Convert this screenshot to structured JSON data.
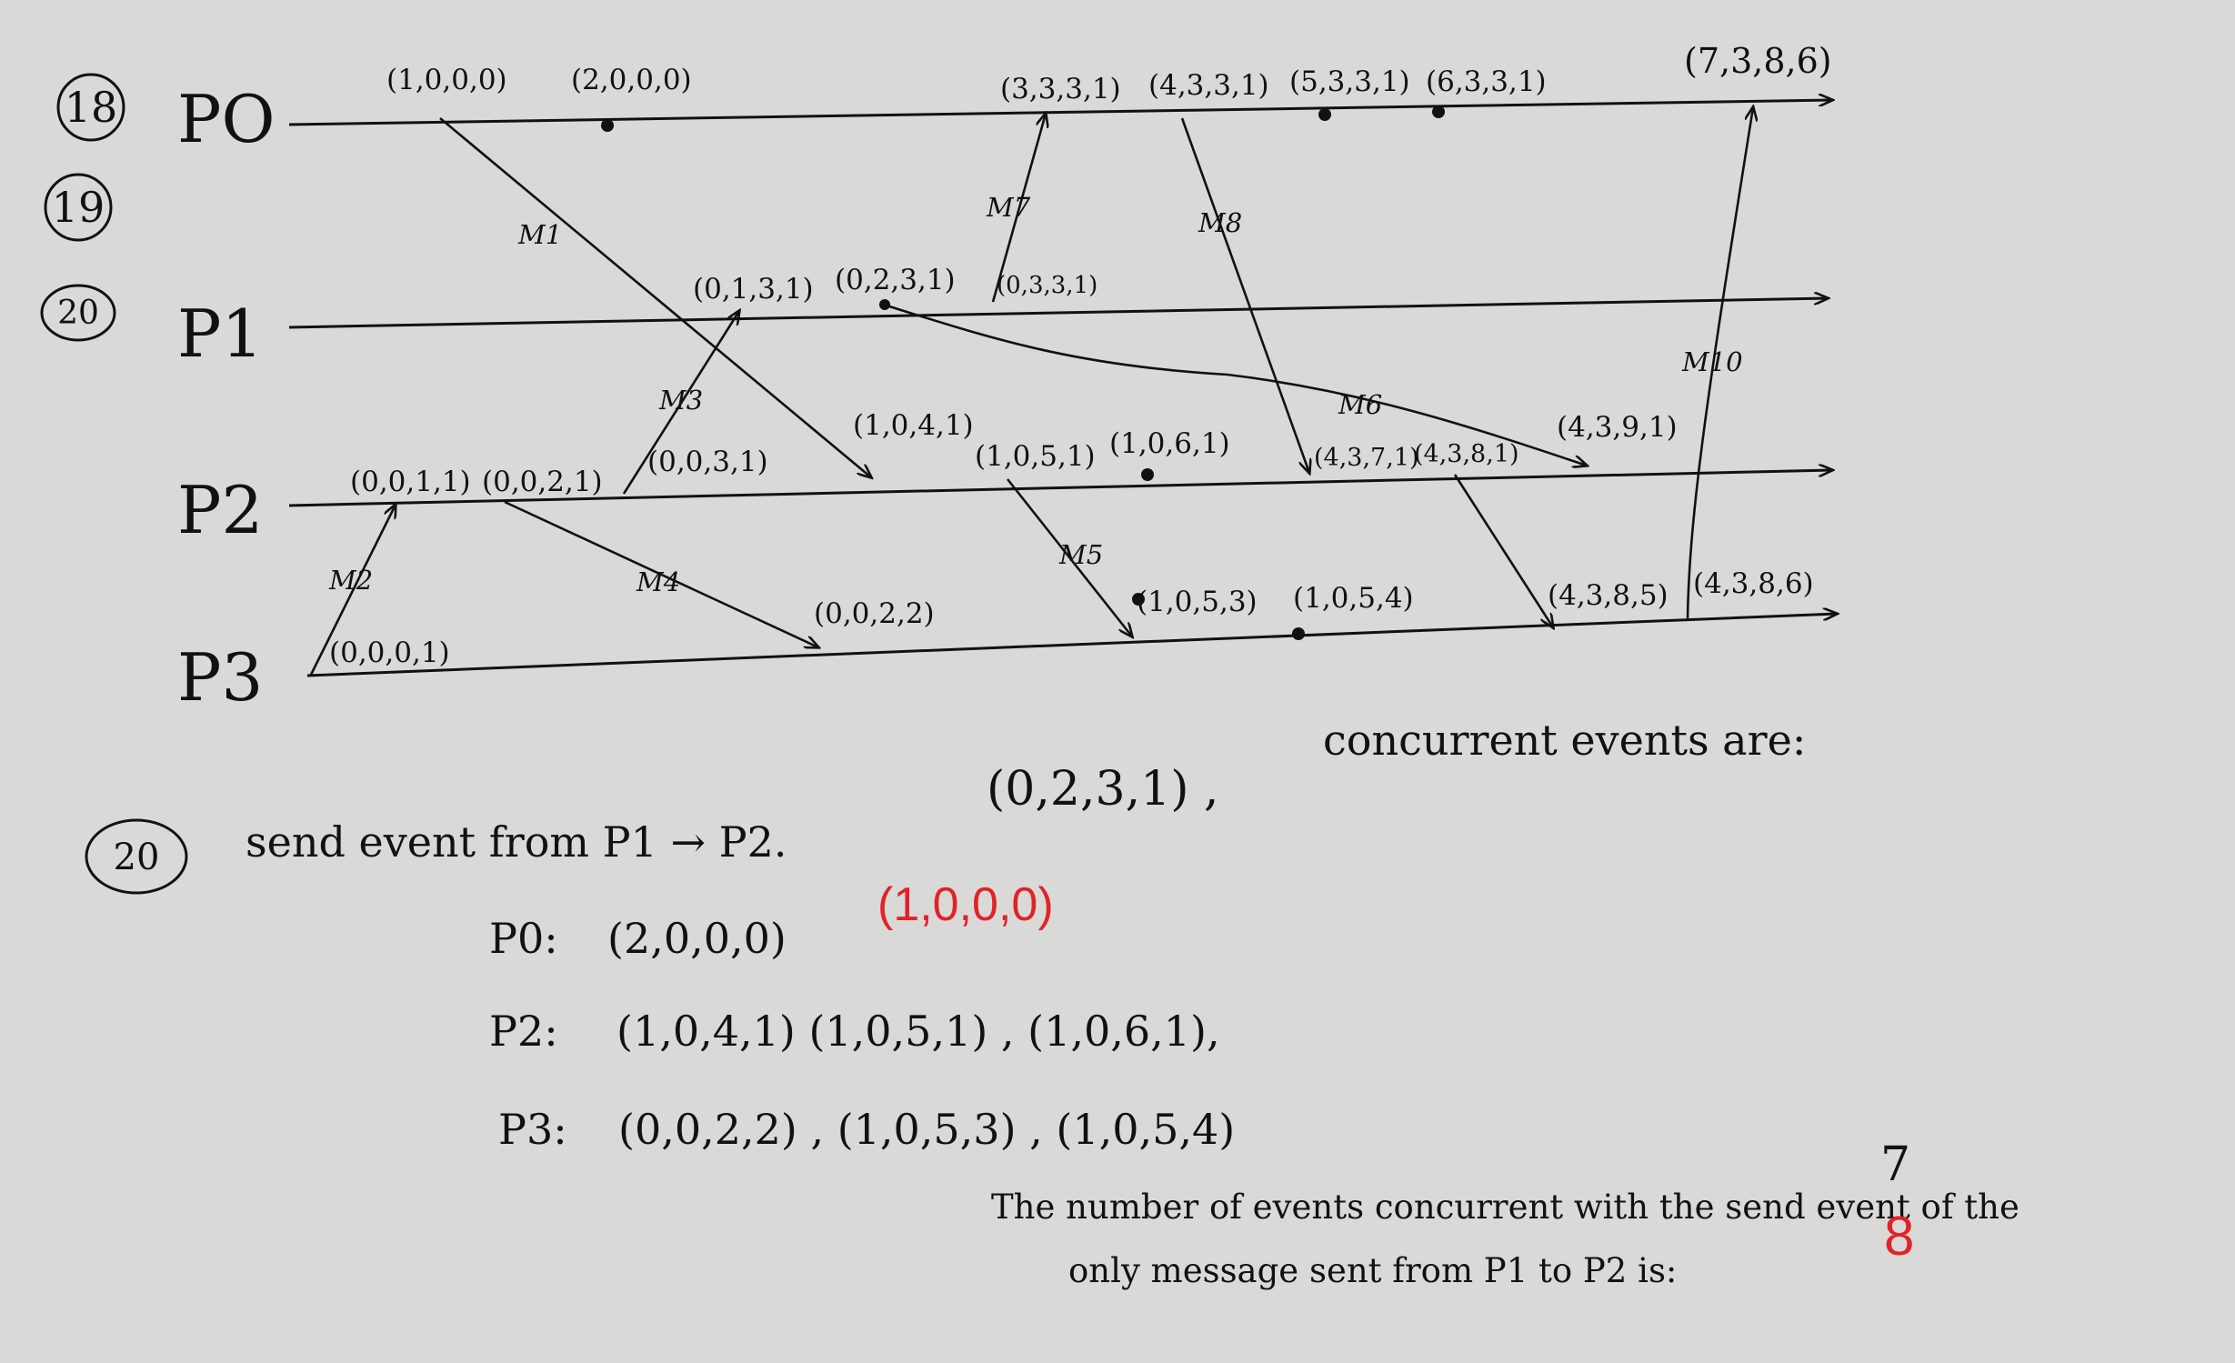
{
  "question_marks": [
    "18",
    "19",
    "20"
  ],
  "processes": {
    "p0": {
      "label": "PO",
      "events": [
        "(1,0,0,0)",
        "(2,0,0,0)",
        "(3,3,3,1)",
        "(4,3,3,1)",
        "(5,3,3,1)",
        "(6,3,3,1)",
        "(7,3,8,6)"
      ]
    },
    "p1": {
      "label": "P1",
      "events": [
        "(0,1,3,1)",
        "(0,2,3,1)",
        "(0,3,3,1)"
      ]
    },
    "p2": {
      "label": "P2",
      "events": [
        "(0,0,1,1)",
        "(0,0,2,1)",
        "(0,0,3,1)",
        "(1,0,4,1)",
        "(1,0,5,1)",
        "(1,0,6,1)",
        "(4,3,7,1)",
        "(4,3,8,1)",
        "(4,3,9,1)"
      ]
    },
    "p3": {
      "label": "P3",
      "events": [
        "(0,0,0,1)",
        "(0,0,2,2)",
        "(1,0,5,3)",
        "(1,0,5,4)",
        "(4,3,8,5)",
        "(4,3,8,6)"
      ]
    }
  },
  "messages": [
    "M1",
    "M2",
    "M3",
    "M4",
    "M5",
    "M6",
    "M7",
    "M8",
    "M10"
  ],
  "answer": {
    "number": "20",
    "intro": "send event from P1 → P2.",
    "send_event": "(0,2,3,1) ,",
    "concurrent_heading": "concurrent events are:",
    "rows": [
      {
        "label": "P0:",
        "values": "(2,0,0,0)"
      },
      {
        "label": "P2:",
        "values": "(1,0,4,1)  (1,0,5,1) , (1,0,6,1),"
      },
      {
        "label": "P3:",
        "values": "(0,0,2,2) , (1,0,5,3) , (1,0,5,4)"
      }
    ],
    "red_correction": "(1,0,0,0)",
    "conclusion_line1": "The number of events concurrent with the send event of the",
    "conclusion_line2": "only message sent from P1 to P2 is:",
    "handwritten_count": "7",
    "corrected_count": "8"
  },
  "colors": {
    "paper": "#d9d9d8",
    "ink": "#111111",
    "correction": "#e0232a"
  }
}
